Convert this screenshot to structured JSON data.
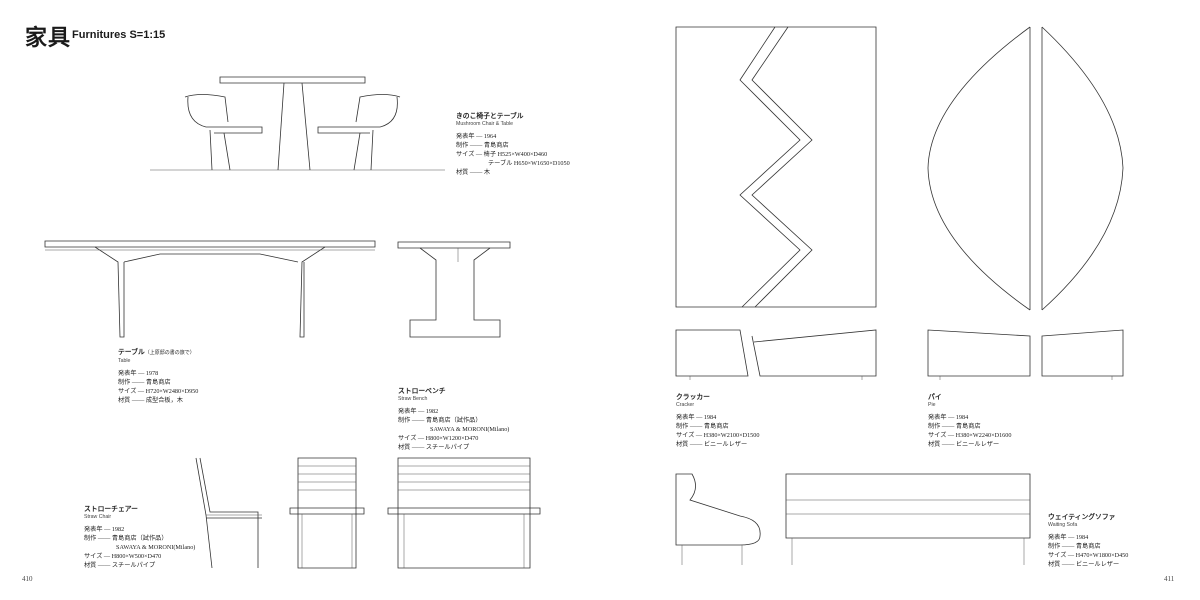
{
  "header": {
    "title_jp": "家具",
    "title_en": "Furnitures  S=1:15"
  },
  "pages": {
    "left": "410",
    "right": "411"
  },
  "items": [
    {
      "name": "きのこ椅子とテーブル",
      "name_note": "",
      "en": "Mushroom Chair & Table",
      "lines": [
        "発表年 ― 1964",
        "制作 ―― 青島商店",
        "サイズ ― 椅子 H525×W400×D460",
        "テーブル H650×W1650×D1050",
        "材質 ―― 木"
      ]
    },
    {
      "name": "テーブル",
      "name_note": "（上原邸の書の旅で）",
      "en": "Table",
      "lines": [
        "発表年 ― 1978",
        "制作 ―― 青島商店",
        "サイズ ― H720×W2480×D950",
        "材質 ―― 成型合板，木"
      ]
    },
    {
      "name": "ストローベンチ",
      "name_note": "",
      "en": "Straw Bench",
      "lines": [
        "発表年 ― 1982",
        "制作 ―― 青島商店（試作品）",
        "SAWAYA & MORONI(Milano)",
        "サイズ ― H800×W1200×D470",
        "材質 ―― スチールパイプ"
      ]
    },
    {
      "name": "ストローチェアー",
      "name_note": "",
      "en": "Straw Chair",
      "lines": [
        "発表年 ― 1982",
        "制作 ―― 青島商店（試作品）",
        "SAWAYA & MORONI(Milano)",
        "サイズ ― H800×W500×D470",
        "材質 ―― スチールパイプ"
      ]
    },
    {
      "name": "クラッカー",
      "name_note": "",
      "en": "Cracker",
      "lines": [
        "発表年 ― 1984",
        "制作 ―― 青島商店",
        "サイズ ― H380×W2100×D1500",
        "材質 ―― ビニールレザー"
      ]
    },
    {
      "name": "パイ",
      "name_note": "",
      "en": "Pie",
      "lines": [
        "発表年 ― 1984",
        "制作 ―― 青島商店",
        "サイズ ― H380×W2240×D1600",
        "材質 ―― ビニールレザー"
      ]
    },
    {
      "name": "ウェイティングソファ",
      "name_note": "",
      "en": "Waiting Sofa",
      "lines": [
        "発表年 ― 1984",
        "制作 ―― 青島商店",
        "サイズ ― H470×W1800×D450",
        "材質 ―― ビニールレザー"
      ]
    }
  ]
}
